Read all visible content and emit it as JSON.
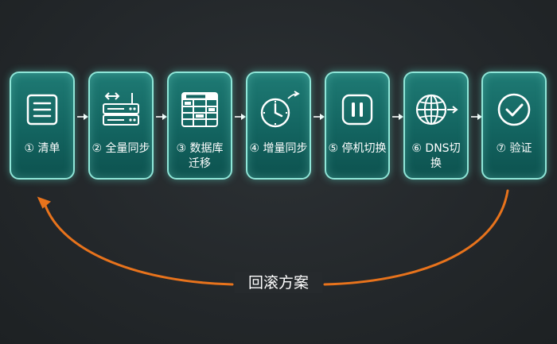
{
  "steps": [
    {
      "label": "① 清单",
      "icon": "checklist-icon"
    },
    {
      "label": "② 全量同步",
      "icon": "router-icon"
    },
    {
      "label": "③ 数据库\n迁移",
      "icon": "database-table-icon"
    },
    {
      "label": "④ 增量同步",
      "icon": "clock-arrow-icon"
    },
    {
      "label": "⑤ 停机切换",
      "icon": "pause-icon"
    },
    {
      "label": "⑥ DNS切换",
      "icon": "globe-arrow-icon"
    },
    {
      "label": "⑦ 验证",
      "icon": "check-circle-icon"
    }
  ],
  "rollback": {
    "label": "回滚方案"
  },
  "colors": {
    "card_border": "#8fe6d8",
    "card_fill": "#136460",
    "arrow": "#ffffff",
    "rollback_arrow": "#e8731c",
    "background": "#26292c"
  }
}
